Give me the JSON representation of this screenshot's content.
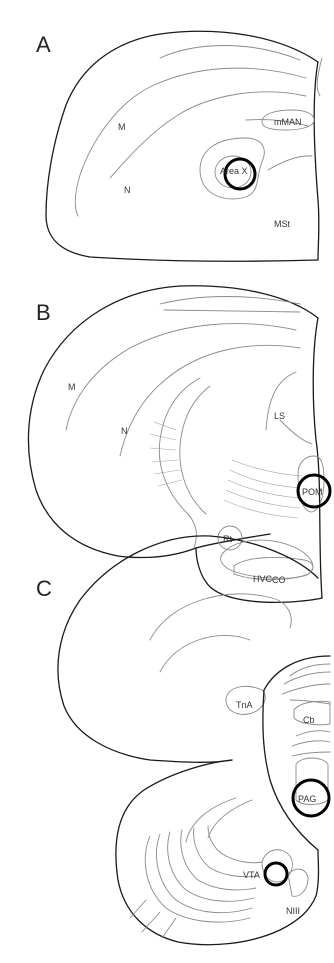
{
  "panels": [
    {
      "letter": "A",
      "regions": [
        "M",
        "N",
        "mMAN",
        "Area X",
        "MSt"
      ]
    },
    {
      "letter": "B",
      "regions": [
        "M",
        "N",
        "LS",
        "POM",
        "Rt",
        "CO"
      ]
    },
    {
      "letter": "C",
      "regions": [
        "HVC",
        "TnA",
        "Cb",
        "PAG",
        "VTA",
        "NIII"
      ]
    }
  ],
  "colors": {
    "outline": "#1a1a1a",
    "interior": "#8a8a8a",
    "highlight_ring": "#000000"
  }
}
